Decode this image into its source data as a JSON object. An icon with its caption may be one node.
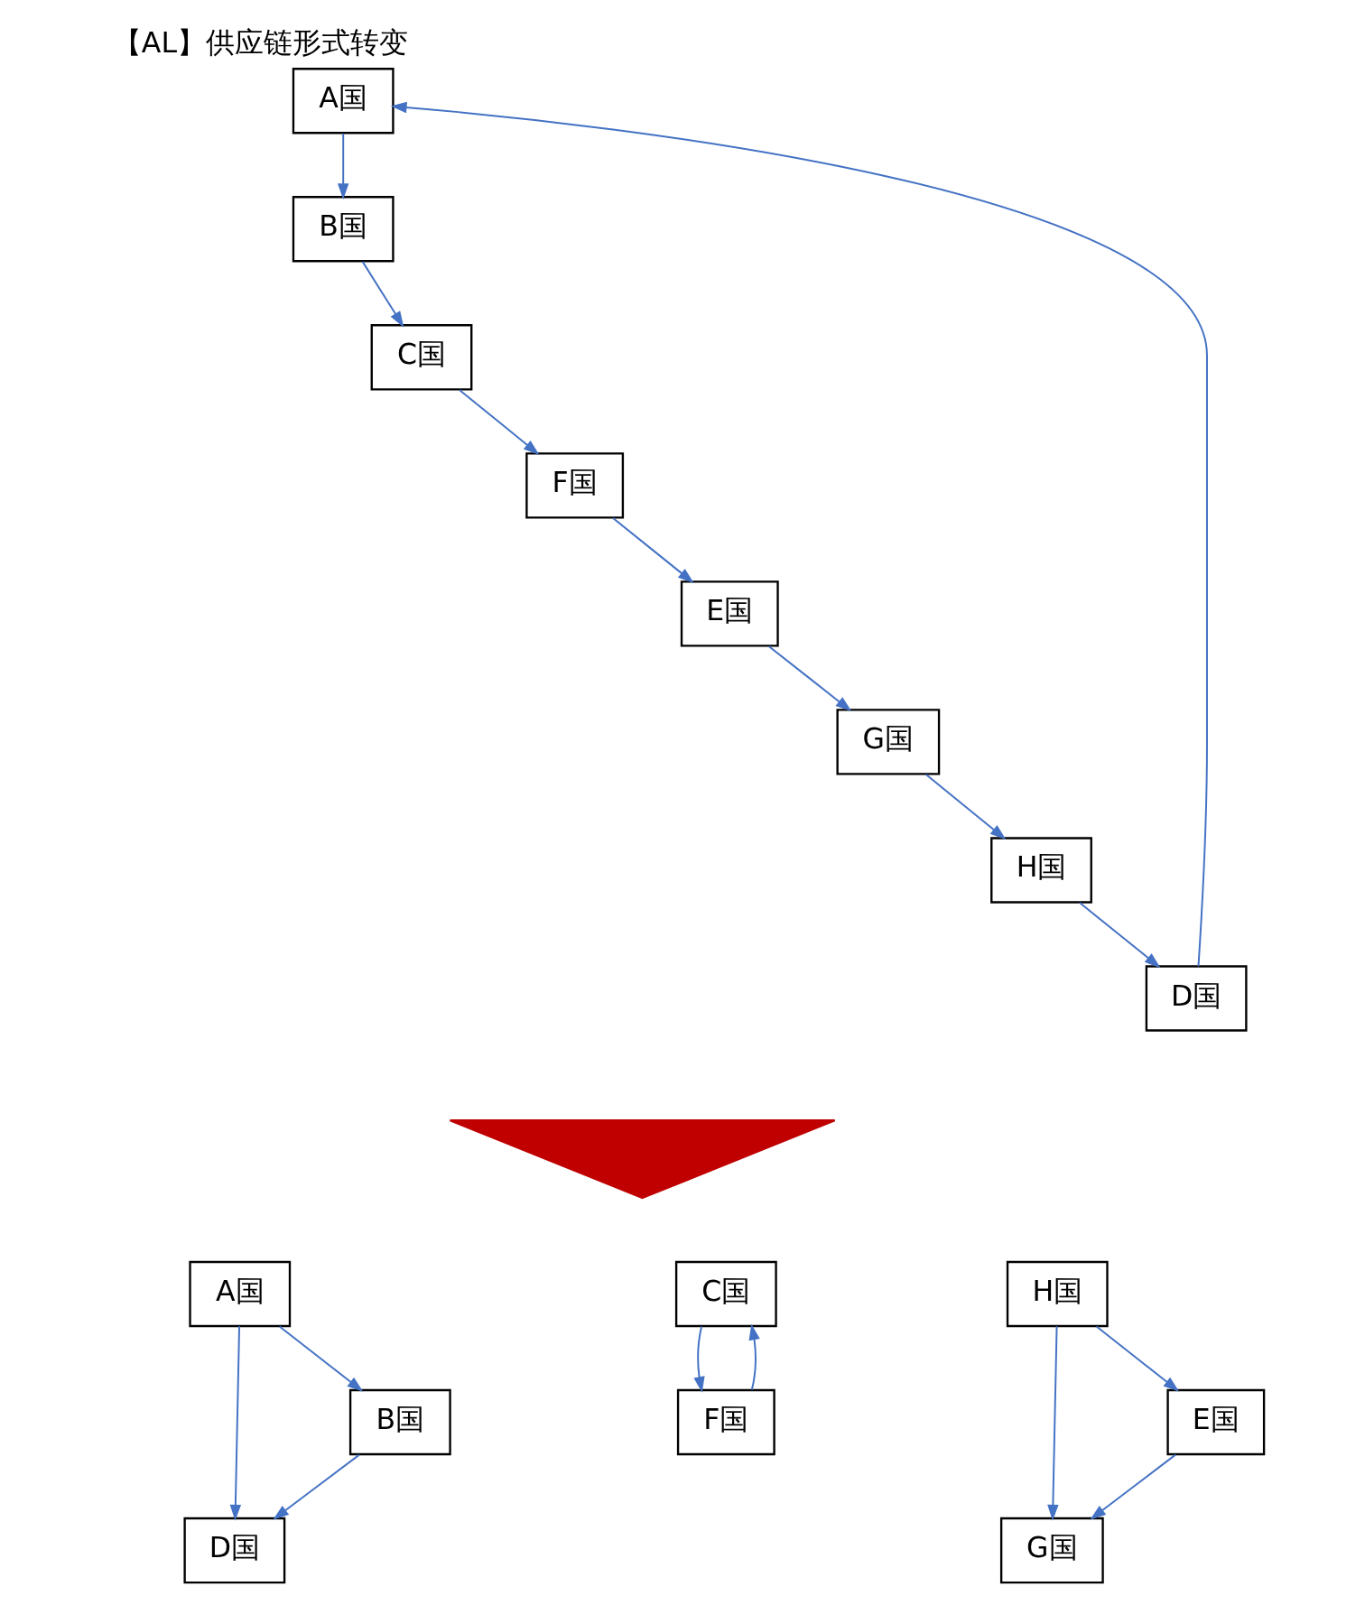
{
  "diagram": {
    "title": "【AL】供应链形式转变",
    "nodes": [
      {
        "text": [
          "A国"
        ]
      },
      {
        "text": [
          "B国"
        ]
      },
      {
        "text": [
          "C国"
        ]
      },
      {
        "text": [
          "F国"
        ]
      },
      {
        "text": [
          "E国"
        ]
      },
      {
        "text": [
          "G国"
        ]
      },
      {
        "text": [
          "H国"
        ]
      },
      {
        "text": [
          "D国"
        ]
      },
      {
        "text": [],
        "shape": "arrow"
      },
      {
        "text": [
          "A国"
        ]
      },
      {
        "text": [
          "B国"
        ]
      },
      {
        "text": [
          "D国"
        ]
      },
      {
        "text": [
          "C国"
        ]
      },
      {
        "text": [
          "F国"
        ]
      },
      {
        "text": [
          "H国"
        ]
      },
      {
        "text": [
          "E国"
        ]
      },
      {
        "text": [
          "G国"
        ]
      }
    ],
    "edges": [
      {
        "from": 0,
        "to": 1,
        "arrow": "to"
      },
      {
        "from": 1,
        "to": 2,
        "arrow": "to"
      },
      {
        "from": 2,
        "to": 3,
        "arrow": "to"
      },
      {
        "from": 3,
        "to": 4,
        "arrow": "to"
      },
      {
        "from": 4,
        "to": 5,
        "arrow": "to"
      },
      {
        "from": 5,
        "to": 6,
        "arrow": "to"
      },
      {
        "from": 6,
        "to": 7,
        "arrow": "to"
      },
      {
        "from": 7,
        "to": 0,
        "arrow": "to"
      },
      {
        "from": 9,
        "to": 10,
        "arrow": "to"
      },
      {
        "from": 9,
        "to": 11,
        "arrow": "to"
      },
      {
        "from": 10,
        "to": 11,
        "arrow": "to"
      },
      {
        "from": 13,
        "to": 12,
        "arrow": "to"
      },
      {
        "from": 12,
        "to": 13,
        "arrow": "to"
      },
      {
        "from": 14,
        "to": 15,
        "arrow": "to"
      },
      {
        "from": 14,
        "to": 16,
        "arrow": "to"
      },
      {
        "from": 15,
        "to": 16,
        "arrow": "to"
      }
    ]
  }
}
